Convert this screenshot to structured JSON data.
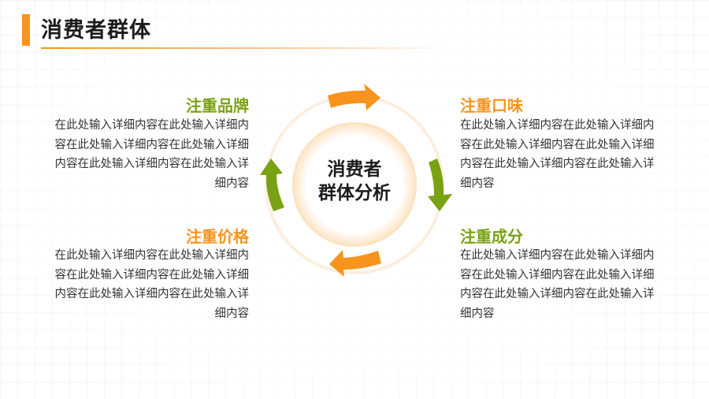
{
  "title": "消费者群体",
  "center": {
    "line1": "消费者",
    "line2": "群体分析"
  },
  "items": {
    "top_left": {
      "heading": "注重品牌",
      "text": "在此处输入详细内容在此处输入详细内容在此处输入详细内容在此处输入详细内容在此处输入详细内容在此处输入详细内容"
    },
    "top_right": {
      "heading": "注重口味",
      "text": "在此处输入详细内容在此处输入详细内容在此处输入详细内容在此处输入详细内容在此处输入详细内容在此处输入详细内容"
    },
    "bottom_left": {
      "heading": "注重价格",
      "text": "在此处输入详细内容在此处输入详细内容在此处输入详细内容在此处输入详细内容在此处输入详细内容在此处输入详细内容"
    },
    "bottom_right": {
      "heading": "注重成分",
      "text": "在此处输入详细内容在此处输入详细内容在此处输入详细内容在此处输入详细内容在此处输入详细内容在此处输入详细内容"
    }
  },
  "colors": {
    "orange": "#f7941d",
    "green": "#79a212"
  }
}
